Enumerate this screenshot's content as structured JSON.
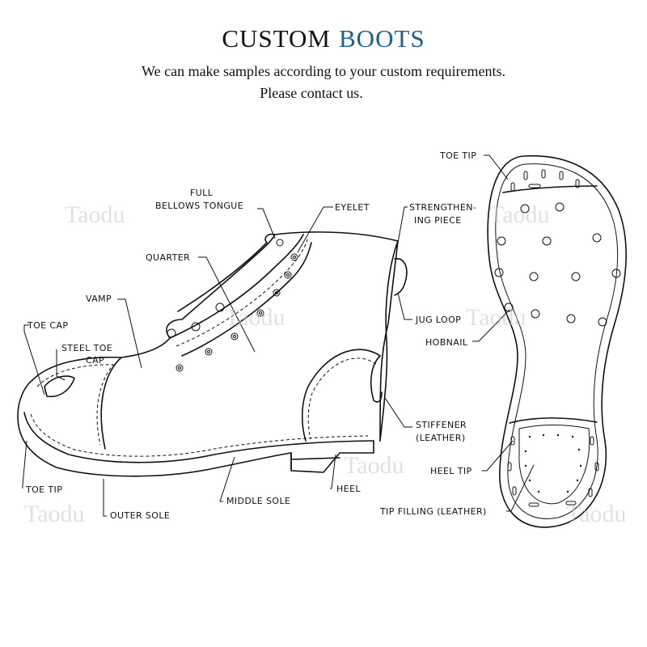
{
  "header": {
    "title_word1": "CUSTOM",
    "title_word2": "BOOTS",
    "subtitle_line1": "We can make samples according to your custom requirements.",
    "subtitle_line2": "Please contact us."
  },
  "watermark": "Taodu",
  "boot_labels": {
    "full_bellows_tongue_1": "FULL",
    "full_bellows_tongue_2": "BELLOWS TONGUE",
    "eyelet": "EYELET",
    "strengthening_1": "STRENGTHEN-",
    "strengthening_2": "ING PIECE",
    "quarter": "QUARTER",
    "vamp": "VAMP",
    "toe_cap": "TOE CAP",
    "steel_toe_cap_1": "STEEL TOE",
    "steel_toe_cap_2": "CAP",
    "jug_loop": "JUG LOOP",
    "stiffener_1": "STIFFENER",
    "stiffener_2": "(LEATHER)",
    "toe_tip": "TOE TIP",
    "outer_sole": "OUTER SOLE",
    "middle_sole": "MIDDLE SOLE",
    "heel": "HEEL"
  },
  "sole_labels": {
    "toe_tip": "TOE TIP",
    "hobnail": "HOBNAIL",
    "heel_tip": "HEEL TIP",
    "tip_filling": "TIP FILLING (LEATHER)"
  },
  "colors": {
    "title_black": "#111111",
    "title_blue": "#1f5f8c",
    "watermark": "#c9c9c9"
  }
}
